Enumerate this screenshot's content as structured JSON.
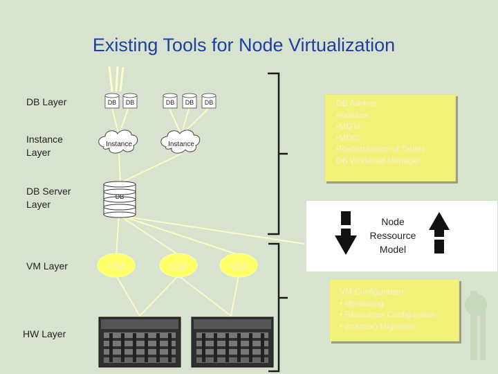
{
  "title": "Existing Tools for Node Virtualization",
  "layers": {
    "db": "DB Layer",
    "instance": [
      "Instance",
      "Layer"
    ],
    "db_server": [
      "DB Server",
      "Layer"
    ],
    "vm": "VM Layer",
    "hw": "HW Layer"
  },
  "db_label": "DB",
  "instance_label": "Instance",
  "server_label": "DB",
  "vm_label": "VM",
  "db_tools": [
    "DB Advisor",
    "•Indexes",
    "•MQTs",
    "•MDC",
    "•Redistribution of Tables",
    "DB Workload Manager"
  ],
  "vm_tools": {
    "heading": "VM Configuration",
    "items": [
      "•  Monitoring",
      "•  Resources Configuration",
      "•  (manual) Migration"
    ]
  },
  "node_model": [
    "Node",
    "Ressource",
    "Model"
  ],
  "colors": {
    "background": "#d7e3cf",
    "title": "#1f3f9e",
    "tool_box": "#f2f27a",
    "vm_oval": "#ffff66",
    "connector": "#ffffcc"
  }
}
